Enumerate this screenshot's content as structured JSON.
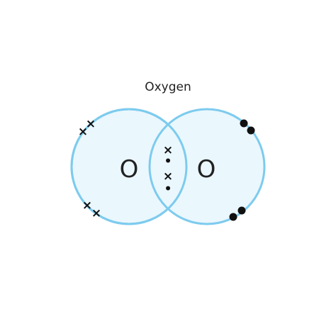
{
  "diagram": {
    "title": "Oxygen",
    "left_atom": {
      "symbol": "O",
      "marker": "×"
    },
    "right_atom": {
      "symbol": "O",
      "marker": "•"
    },
    "shared": {
      "markers": [
        "×",
        "•",
        "×",
        "•"
      ]
    },
    "colors": {
      "shell_stroke": "#7dcbee",
      "shell_fill": "#eaf7fd",
      "electron": "#111111",
      "text": "#222222"
    }
  }
}
